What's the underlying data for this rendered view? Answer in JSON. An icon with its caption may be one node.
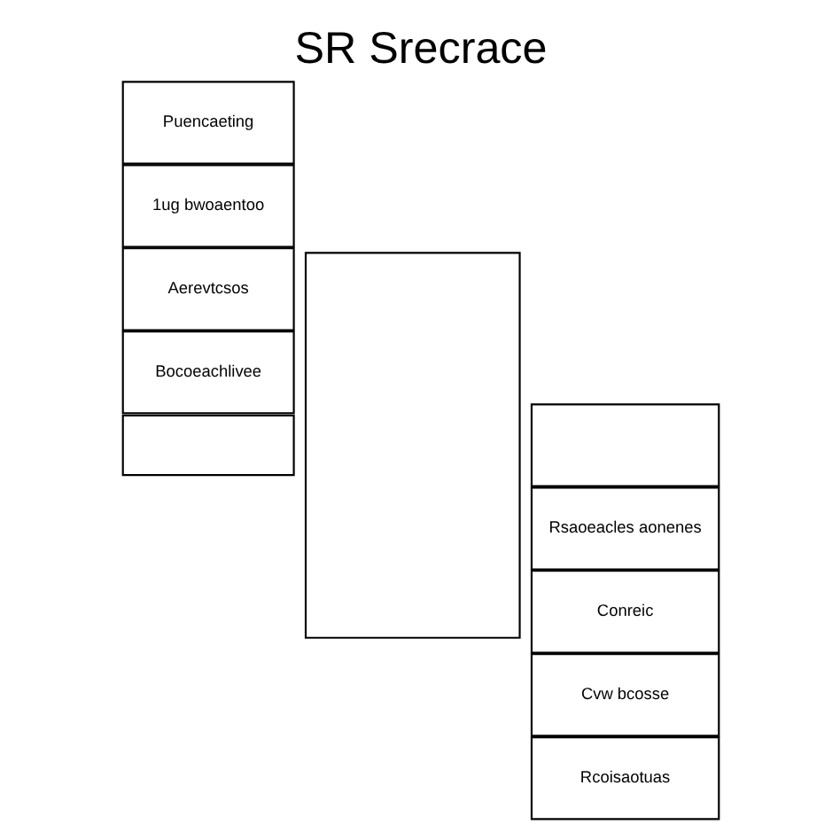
{
  "diagram": {
    "title": "SR Srecrace",
    "nodes": [
      {
        "text": [],
        "shape": "box"
      },
      {
        "text": [
          "Puencaeting"
        ]
      },
      {
        "text": [
          "1ug bwoaentoo"
        ]
      },
      {
        "text": [
          "Aerevtcsos"
        ]
      },
      {
        "text": [
          "Bocoeachlivee"
        ]
      },
      {
        "text": [],
        "shape": "box"
      },
      {
        "text": [],
        "shape": "box"
      },
      {
        "text": [
          "Rsaoeacles aonenes"
        ]
      },
      {
        "text": [
          "Conreic"
        ]
      },
      {
        "text": [
          "Cvw bcosse"
        ]
      },
      {
        "text": [
          "Rcoisaotuas"
        ]
      }
    ]
  }
}
